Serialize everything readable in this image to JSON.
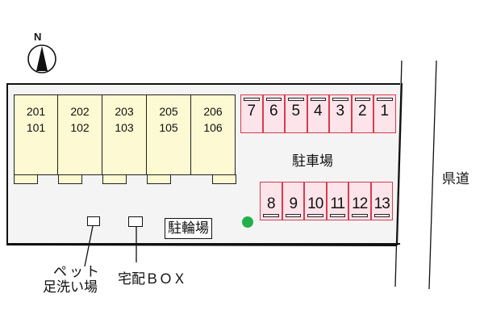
{
  "compass": {
    "label": "N"
  },
  "units": [
    {
      "upper": "201",
      "lower": "101"
    },
    {
      "upper": "202",
      "lower": "102"
    },
    {
      "upper": "203",
      "lower": "103"
    },
    {
      "upper": "205",
      "lower": "105"
    },
    {
      "upper": "206",
      "lower": "106"
    }
  ],
  "parking": {
    "label": "駐車場",
    "top_row": [
      "7",
      "6",
      "5",
      "4",
      "3",
      "2",
      "1"
    ],
    "bottom_row": [
      "8",
      "9",
      "10",
      "11",
      "12",
      "13"
    ]
  },
  "facilities": {
    "bicycle_parking": "駐輪場",
    "pet_wash_line1": "ペット",
    "pet_wash_line2": "足洗い場",
    "delivery_box": "宅配ＢＯＸ"
  },
  "road": {
    "label": "県道"
  },
  "colors": {
    "unit_fill": "#fdf9d2",
    "stall_fill": "#fde4ea",
    "stall_border": "#d63c4c",
    "marker": "#21b14b",
    "lot_fill": "#f4f4f4"
  }
}
